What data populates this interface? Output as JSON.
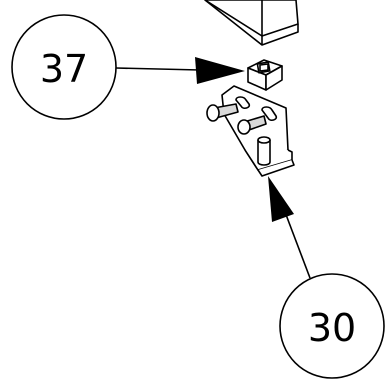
{
  "callouts": [
    {
      "label": "37",
      "part": "square-nut"
    },
    {
      "label": "30",
      "part": "mounting-bracket"
    }
  ],
  "colors": {
    "line": "#000000",
    "background": "#ffffff",
    "part_shade": "#d9d9d9"
  }
}
